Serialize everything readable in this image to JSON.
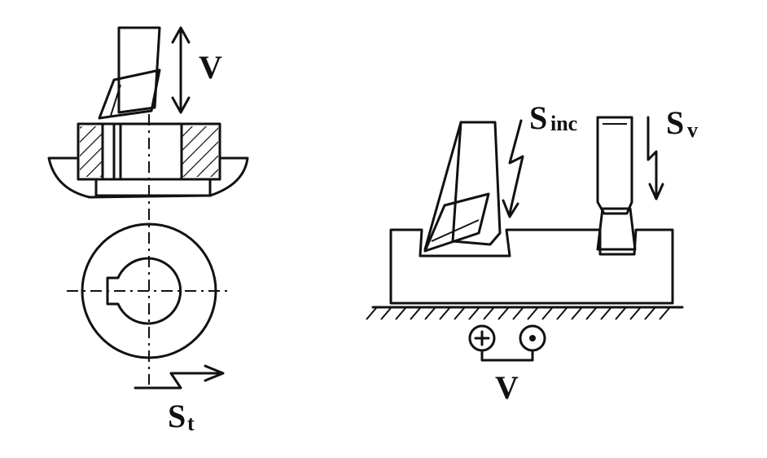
{
  "colors": {
    "ink": "#111111",
    "background": "#ffffff"
  },
  "left_diagram": {
    "label_v": "V",
    "label_st_main": "S",
    "label_st_sub": "t"
  },
  "right_diagram": {
    "label_sinc_main": "S",
    "label_sinc_sub": "inc",
    "label_sv_main": "S",
    "label_sv_sub": "v",
    "label_v": "V",
    "terminal_plus": "+",
    "terminal_dot": "•"
  }
}
